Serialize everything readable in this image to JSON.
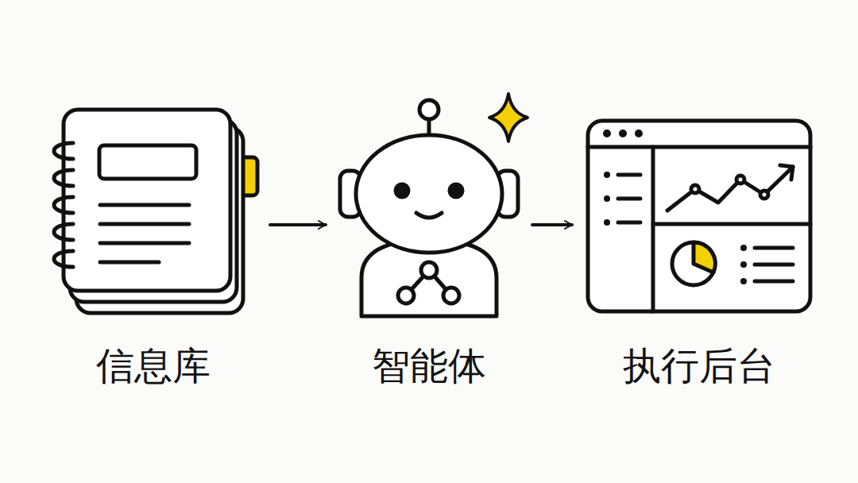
{
  "diagram": {
    "nodes": [
      {
        "text": [
          "信息库"
        ]
      },
      {
        "text": [
          "智能体"
        ]
      },
      {
        "text": [
          "执行后台"
        ]
      }
    ],
    "edges": [
      {
        "from": 0,
        "to": 1,
        "arrow": "to"
      },
      {
        "from": 1,
        "to": 2,
        "arrow": "to"
      }
    ]
  }
}
